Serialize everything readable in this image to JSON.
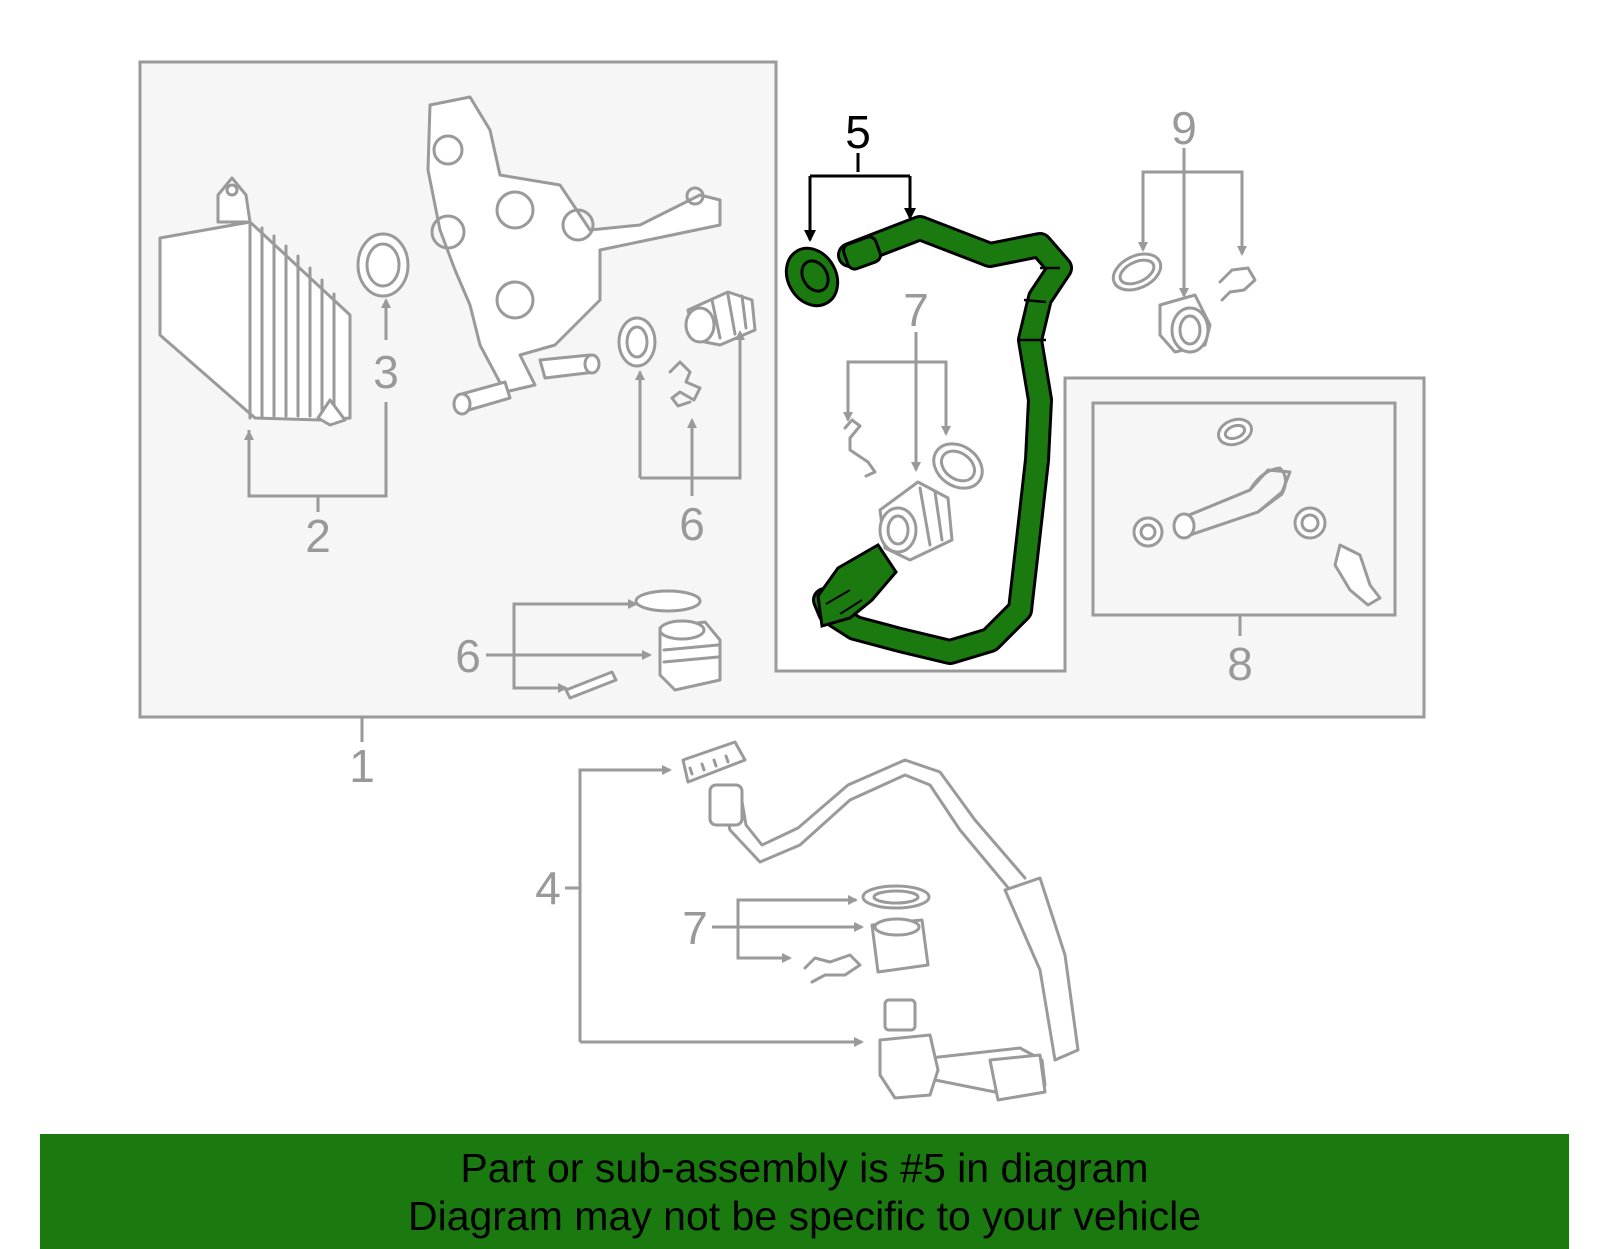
{
  "callouts": {
    "c1": "1",
    "c2": "2",
    "c3": "3",
    "c4": "4",
    "c5": "5",
    "c6a": "6",
    "c6b": "6",
    "c7a": "7",
    "c7b": "7",
    "c8": "8",
    "c9": "9"
  },
  "highlight": {
    "part": "5",
    "color": "#1a7a0f",
    "outline": "#000000"
  },
  "banner": {
    "background": "#1a7a0f",
    "line1": "Part or sub-assembly is #5 in diagram",
    "line2": "Diagram may not be specific to your vehicle"
  }
}
